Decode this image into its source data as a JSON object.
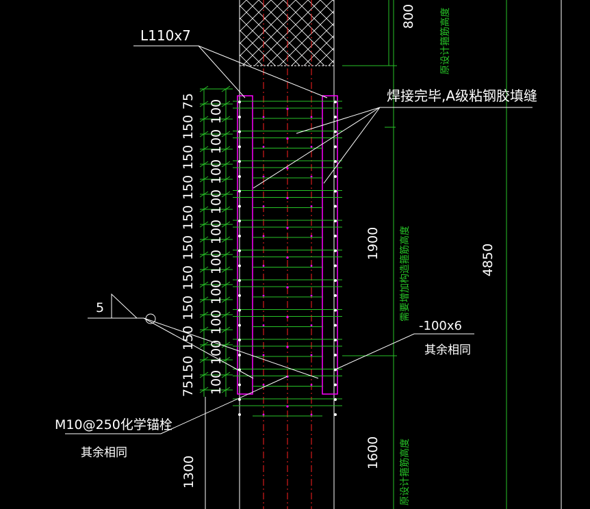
{
  "labels": {
    "angle_section": "L110x7",
    "weld_note": "焊接完毕,A级粘钢胶填缝",
    "weld_size": "5",
    "plate": "-100x6",
    "plate_note": "其余相同",
    "anchor": "M10@250化学锚栓",
    "anchor_note": "其余相同"
  },
  "dimensions": {
    "left_75_top": "75",
    "left_pitch": "150",
    "left_75_bottom": "75",
    "inner_pitch": "100",
    "top_right": "800",
    "mid_right": "1900",
    "bottom_right": "1600",
    "far_right": "4850",
    "bottom_left": "1300"
  },
  "notes": {
    "orig_height_top": "原设计箍筋高度",
    "encrypt_height": "需要增加构造箍筋高度",
    "orig_height_bottom": "原设计箍筋高度"
  },
  "colors": {
    "background": "#000000",
    "white": "#ffffff",
    "green": "#27c427",
    "magenta": "#ff00ff",
    "red": "#ff2020"
  }
}
